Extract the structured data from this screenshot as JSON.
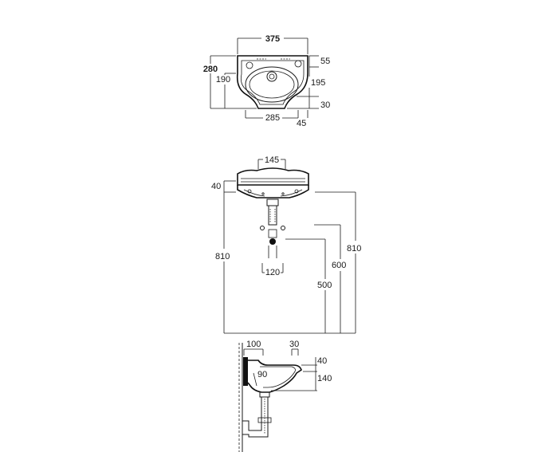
{
  "top_view": {
    "dims": {
      "overall_width": "375",
      "overall_depth": "280",
      "bowl_depth": "190",
      "top_right": "55",
      "right_middle": "195",
      "right_bottom": "30",
      "bottom_width": "285",
      "bottom_offset": "45"
    }
  },
  "front_view": {
    "dims": {
      "top_width": "145",
      "rim_height": "40",
      "left_height": "810",
      "fixing_spacing": "120",
      "waste_height": "500",
      "supply_height": "600",
      "right_height": "810"
    }
  },
  "side_view": {
    "dims": {
      "projection_a": "100",
      "lip": "30",
      "inner": "90",
      "rim": "40",
      "body": "140"
    }
  }
}
